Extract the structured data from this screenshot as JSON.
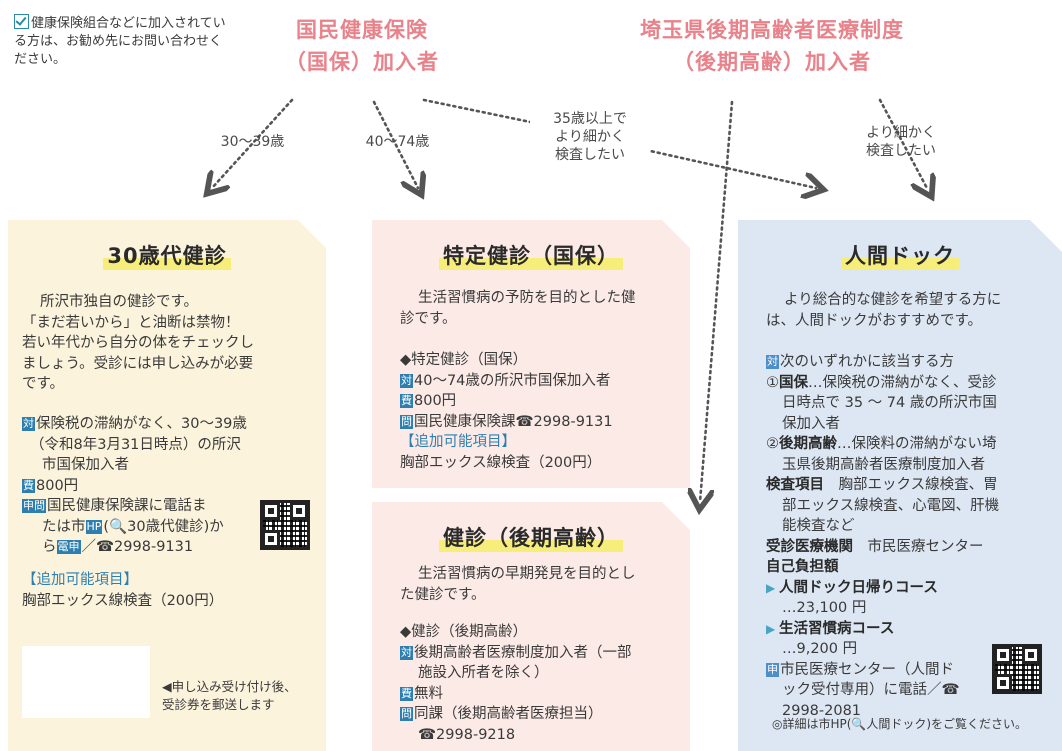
{
  "note_topleft": {
    "text": "健康保険組合などに加入されている方は、お勧め先にお問い合わせください。"
  },
  "headers": {
    "kokuho_line1": "国民健康保険",
    "kokuho_line2": "（国保）加入者",
    "koki_line1": "埼玉県後期高齢者医療制度",
    "koki_line2": "（後期高齢）加入者"
  },
  "arrows": {
    "age_30_39": "30〜39歳",
    "age_40_74": "40〜74歳",
    "over35_l1": "35歳以上で",
    "over35_l2": "より細かく",
    "over35_l3": "検査したい",
    "detail_l1": "より細かく",
    "detail_l2": "検査したい"
  },
  "card30": {
    "title": "30歳代健診",
    "intro": [
      "所沢市独自の健診です。",
      "「まだ若いから」と油断は禁物！",
      "若い年代から自分の体をチェックし",
      "ましょう。受診には申し込みが必要",
      "です。"
    ],
    "tag_target": "対",
    "target_l1": "保険税の滞納がなく、30～39歳",
    "target_l2": "（令和8年3月31日時点）の所沢",
    "target_l3": "市国保加入者",
    "tag_fee": "費",
    "fee": "800円",
    "tag_apply": "申問",
    "apply_l1": "国民健康保険課に電話ま",
    "apply_l2a": "たは市",
    "tag_hp": "HP",
    "apply_l2b": "(🔍30歳代健診)か",
    "apply_l3a": "ら",
    "tag_eden": "電申",
    "apply_l3b": "／☎2998-9131",
    "extra_head": "【追加可能項目】",
    "extra_item": "胸部エックス線検査（200円）",
    "ticket_note_l1": "◀申し込み受け付け後、",
    "ticket_note_l2": "受診券を郵送します"
  },
  "card_tokutei": {
    "title": "特定健診（国保）",
    "intro_l1": "生活習慣病の予防を目的とした健",
    "intro_l2": "診です。",
    "item_head": "◆特定健診（国保）",
    "tag_target": "対",
    "target": "40～74歳の所沢市国保加入者",
    "tag_fee": "費",
    "fee": "800円",
    "tag_inq": "問",
    "inq": "国民健康保険課☎2998-9131",
    "extra_head": "【追加可能項目】",
    "extra_item": "胸部エックス線検査（200円）"
  },
  "card_koki": {
    "title": "健診（後期高齢）",
    "intro_l1": "生活習慣病の早期発見を目的とし",
    "intro_l2": "た健診です。",
    "item_head": "◆健診（後期高齢）",
    "tag_target": "対",
    "target_l1": "後期高齢者医療制度加入者（一部",
    "target_l2": "施設入所者を除く）",
    "tag_fee": "費",
    "fee": "無料",
    "tag_inq": "問",
    "inq_l1": "同課（後期高齢者医療担当）",
    "inq_l2": "☎2998-9218"
  },
  "card_dock": {
    "title": "人間ドック",
    "intro_l1": "より総合的な健診を希望する方に",
    "intro_l2": "は、人間ドックがおすすめです。",
    "tag_target": "対",
    "target_head": "次のいずれかに該当する方",
    "c1_l1a": "①",
    "c1_l1b": "国保",
    "c1_l1c": "…保険税の滞納がなく、受診",
    "c1_l2": "日時点で 35 ～ 74 歳の所沢市国",
    "c1_l3": "保加入者",
    "c2_l1a": "②",
    "c2_l1b": "後期高齢",
    "c2_l1c": "…保険料の滞納がない埼",
    "c2_l2": "玉県後期高齢者医療制度加入者",
    "exam_head": "検査項目",
    "exam_l1": "　胸部エックス線検査、胃",
    "exam_l2": "部エックス線検査、心電図、肝機",
    "exam_l3": "能検査など",
    "inst_head": "受診医療機関",
    "inst": "　市民医療センター",
    "cost_head": "自己負担額",
    "course1": "人間ドック日帰りコース",
    "course1_price": "…23,100 円",
    "course2": "生活習慣病コース",
    "course2_price": "…9,200 円",
    "tag_apply": "申",
    "apply_l1": "市民医療センター（人間ド",
    "apply_l2": "ック受付専用）に電話／☎",
    "apply_l3": "2998-2081",
    "detail_note": "◎詳細は市HP(🔍人間ドック)をご覧ください。"
  },
  "colors": {
    "pink_header": "#e8838b",
    "yellow_card": "#fbf3dc",
    "pink_card": "#fbeae6",
    "blue_card": "#dde7f3",
    "highlight": "#f7ed7a",
    "tag_blue": "#2e7fb0",
    "accent_cyan": "#48a6c0"
  }
}
